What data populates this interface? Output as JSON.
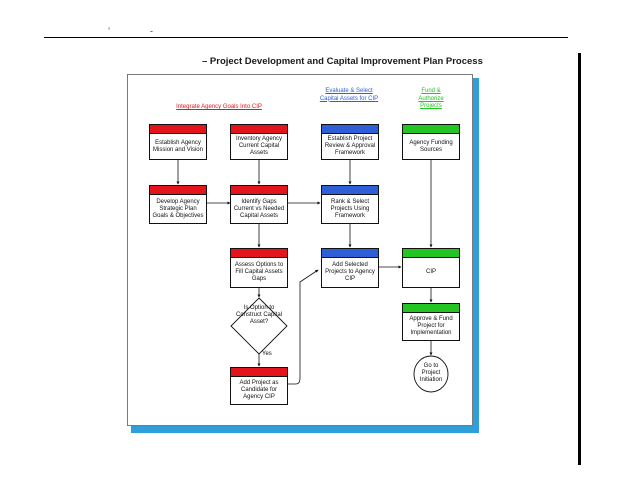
{
  "header": {
    "marks": [
      "’",
      "-"
    ]
  },
  "diagram": {
    "title": "– Project Development and Capital Improvement Plan Process",
    "columns": {
      "integrate": "Integrate Agency Goals Into CIP",
      "evaluate": "Evaluate & Select Capital Assets for CIP",
      "fund": "Fund & Authorize Projects"
    },
    "nodes": {
      "establish_mission": "Establish Agency Mission and Vision",
      "inventory_assets": "Inventory Agency Current Capital Assets",
      "establish_framework": "Establish Project Review & Approval Framework",
      "agency_funding": "Agency Funding Sources",
      "develop_plan": "Develop Agency Strategic Plan Goals & Objectives",
      "identify_gaps": "Identify Gaps Current vs Needed Capital Assets",
      "rank_select": "Rank & Select Projects Using Framework",
      "assess_options": "Assess Options to Fill Capital Assets Gaps",
      "add_selected": "Add Selected Projects to Agency CIP",
      "cip": "CIP",
      "decision": "Is Option to Construct Capital Asset?",
      "yes_label": "Yes",
      "approve_fund": "Approve & Fund Project for Implementation",
      "add_candidate": "Add Project as Candidate for Agency CIP",
      "go_initiation": "Go to Project Initiation"
    },
    "colors": {
      "red": "#e3141c",
      "blue": "#2e5fd6",
      "green": "#22c522",
      "frame_shadow": "#2f9fd9"
    }
  }
}
